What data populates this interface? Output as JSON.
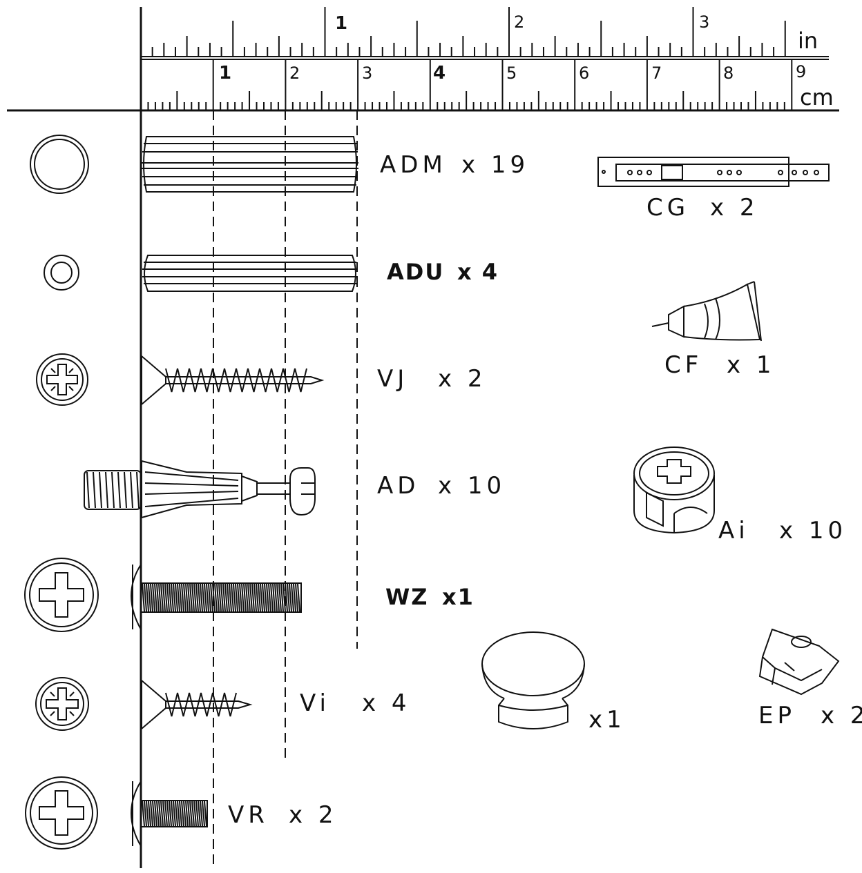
{
  "ruler": {
    "inch_unit": "in",
    "cm_unit": "cm",
    "inch_labels": [
      "1",
      "2",
      "3"
    ],
    "cm_labels": [
      "1",
      "2",
      "3",
      "4",
      "5",
      "6",
      "7",
      "8",
      "9"
    ]
  },
  "parts": {
    "adm": {
      "code": "ADM",
      "qty": "x 19"
    },
    "adu": {
      "code": "ADU",
      "qty": "x 4"
    },
    "vj": {
      "code": "VJ",
      "qty": "x 2"
    },
    "ad": {
      "code": "AD",
      "qty": "x 10"
    },
    "wz": {
      "code": "WZ",
      "qty": "x1"
    },
    "vi": {
      "code": "Vi",
      "qty": "x 4"
    },
    "vr": {
      "code": "VR",
      "qty": "x 2"
    },
    "cg": {
      "code": "CG",
      "qty": "x 2"
    },
    "cf": {
      "code": "CF",
      "qty": "x 1"
    },
    "ai": {
      "code": "Ai",
      "qty": "x 10"
    },
    "knob": {
      "qty": "x1"
    },
    "ep": {
      "code": "EP",
      "qty": "x 2"
    }
  }
}
